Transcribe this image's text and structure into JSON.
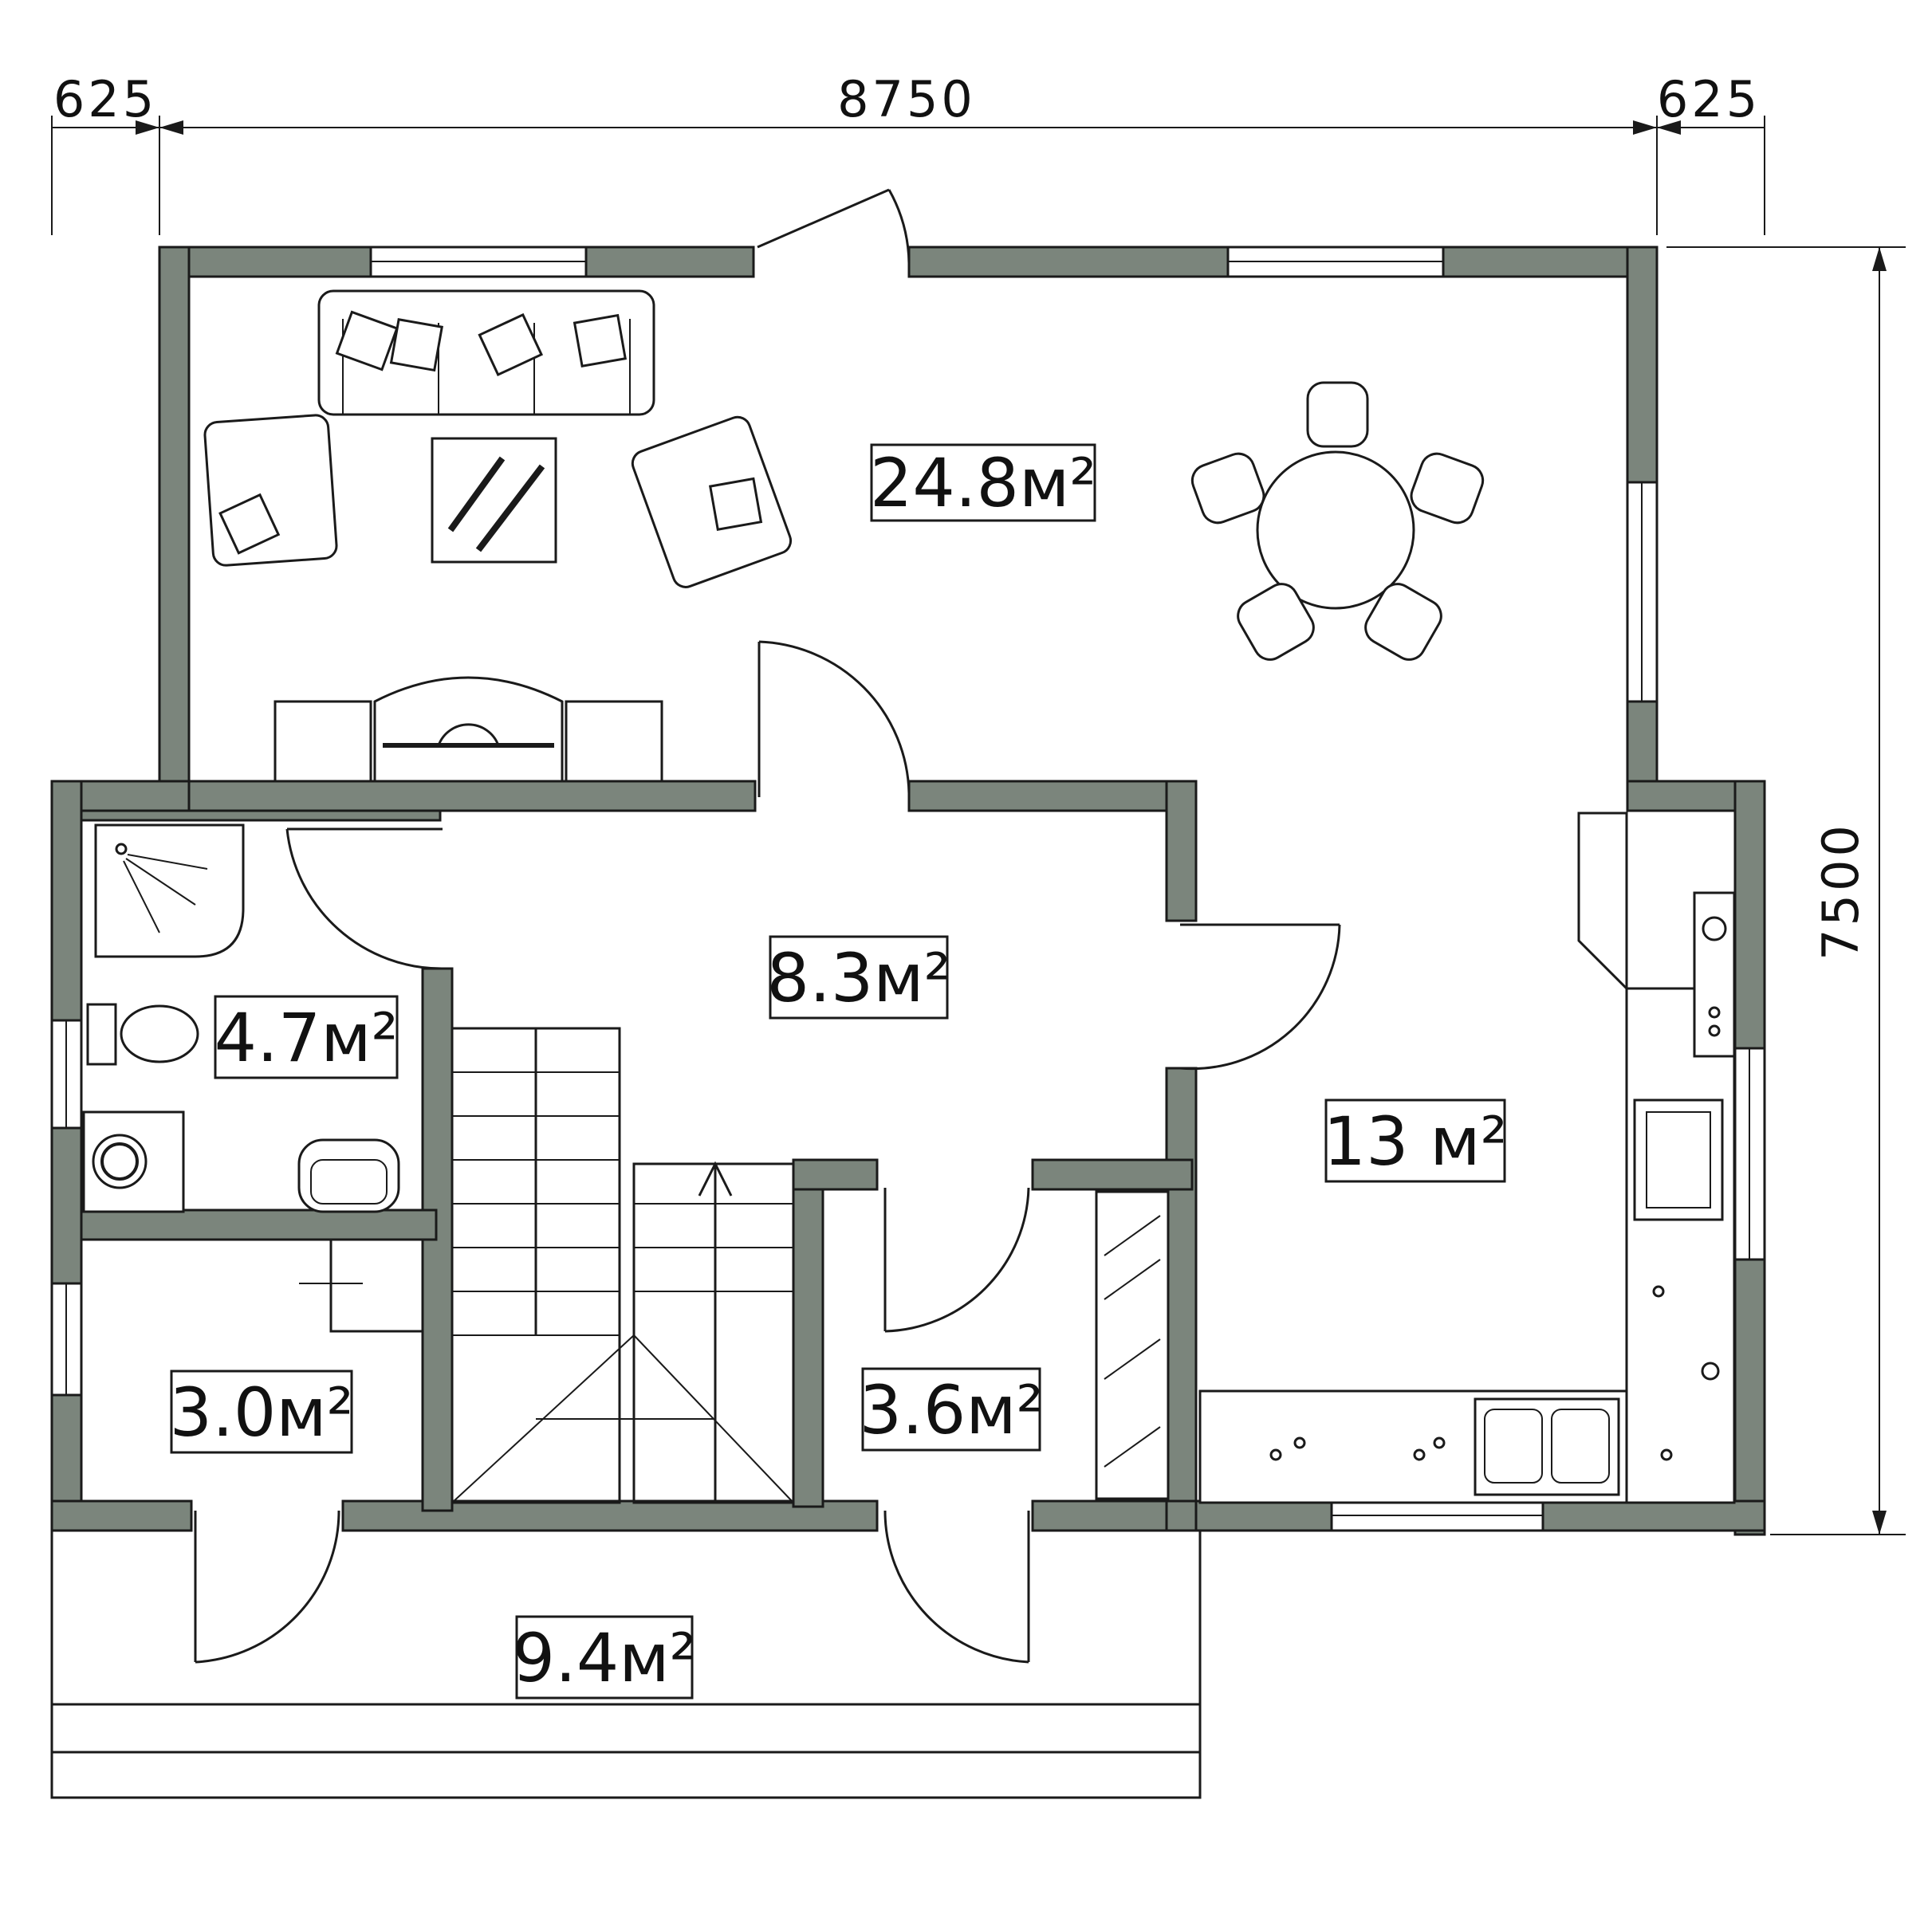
{
  "dimensions": {
    "top_left": "625",
    "top_middle": "8750",
    "top_right": "625",
    "right_vertical": "7500"
  },
  "rooms": {
    "living": {
      "area": "24.8м²"
    },
    "hall": {
      "area": "8.3м²"
    },
    "bathroom": {
      "area": "4.7м²"
    },
    "kitchen": {
      "area": "13 м²"
    },
    "utility": {
      "area": "3.0м²"
    },
    "closet": {
      "area": "3.6м²"
    },
    "terrace": {
      "area": "9.4м²"
    }
  },
  "colors": {
    "wall": "#7b857c",
    "line": "#1a1a1a",
    "background": "#ffffff"
  }
}
